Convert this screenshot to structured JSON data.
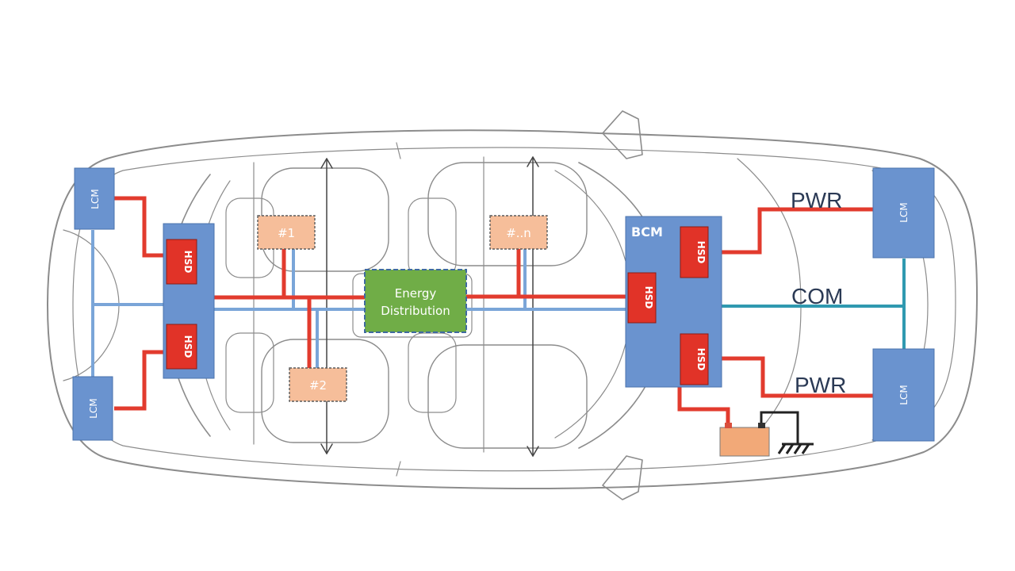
{
  "colors": {
    "module_blue": "#6a93cf",
    "module_border": "#4b73ad",
    "power_red": "#e23b2e",
    "hsd_red": "#e13328",
    "com_blue": "#7aa5d8",
    "com_teal": "#2f99b0",
    "load_peach": "#f6be9a",
    "energy_green": "#70ad47",
    "battery": "#f2a978",
    "car_outline": "#8c8c8c"
  },
  "labels": {
    "lcm": "LCM",
    "hsd": "HSD",
    "bcm": "BCM",
    "load1": "#1",
    "load2": "#2",
    "loadn": "#..n",
    "energy_line1": "Energy",
    "energy_line2": "Distribution",
    "pwr_top": "PWR",
    "com": "COM",
    "pwr_bottom": "PWR"
  },
  "icons": {
    "ground": "ground-icon",
    "battery": "battery-icon"
  }
}
